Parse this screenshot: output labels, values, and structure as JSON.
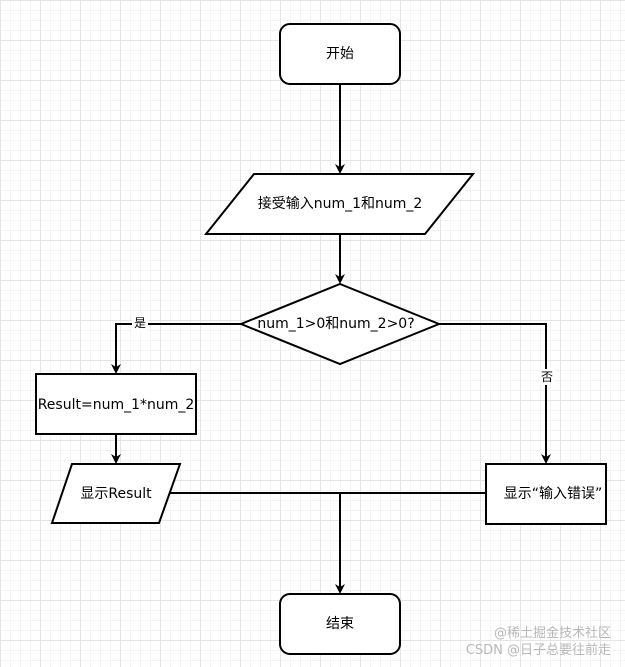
{
  "diagram": {
    "nodes": {
      "start": "开始",
      "input": "接受输入num_1和num_2",
      "decision": "num_1>0和num_2>0?",
      "compute": "Result=num_1*num_2",
      "show_result": "显示Result",
      "show_error": "显示“输入错误”",
      "end": "结束"
    },
    "edge_labels": {
      "yes": "是",
      "no": "否"
    }
  },
  "watermark": {
    "line1": "@稀土掘金技术社区",
    "line2": "CSDN @日子总要往前走"
  }
}
